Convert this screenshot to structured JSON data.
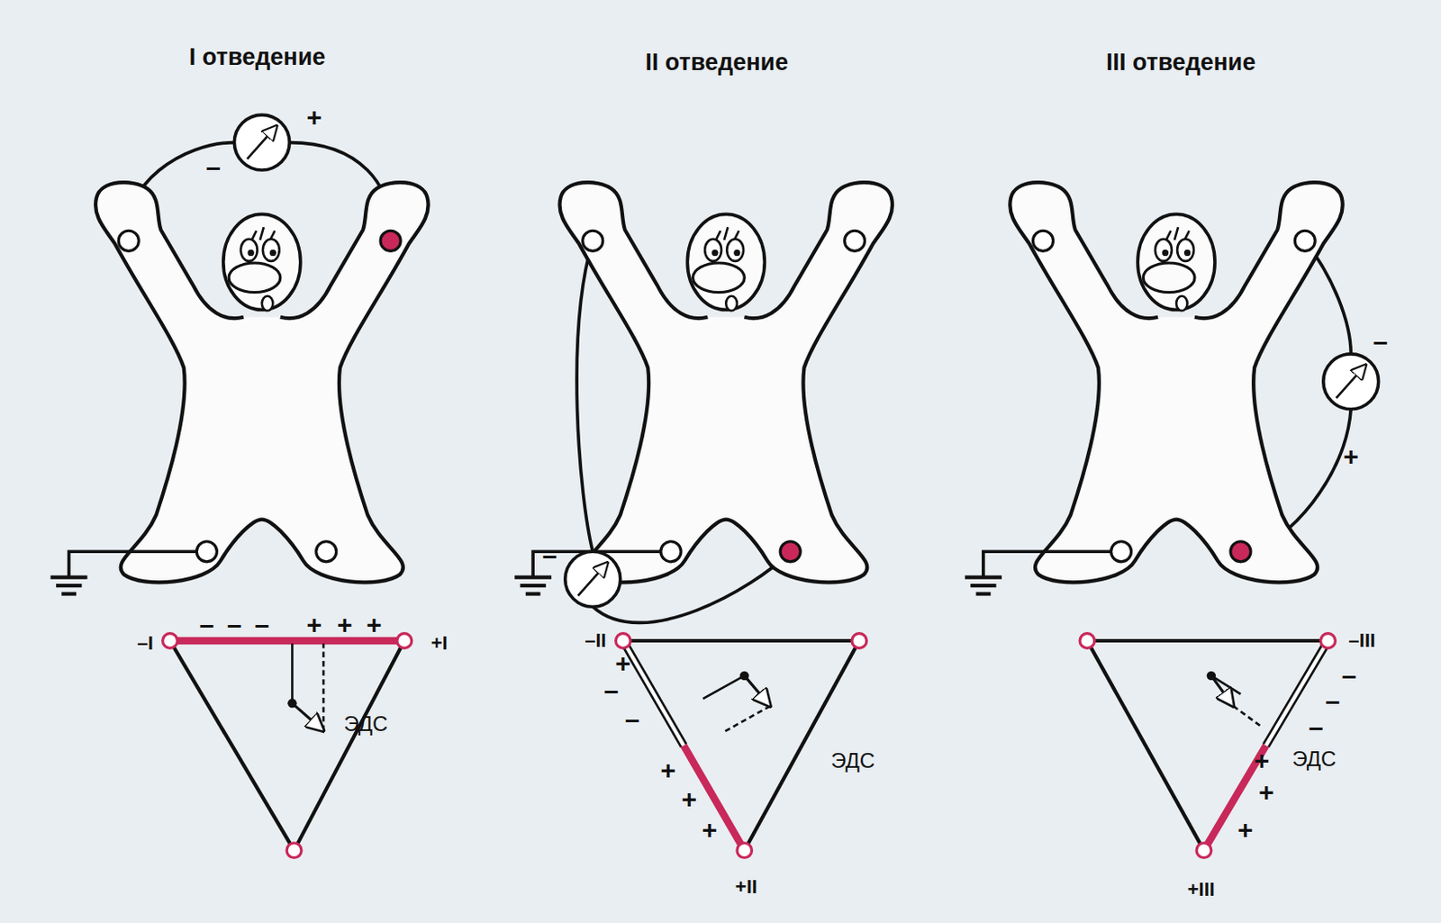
{
  "diagram": {
    "labels": [
      "I отведение",
      "II отведение",
      "III отведение",
      "–",
      "+",
      "–",
      "+",
      "–",
      "+",
      "–I",
      "+I",
      "–",
      "–",
      "–",
      "+",
      "+",
      "+",
      "ЭДС",
      "–II",
      "–",
      "–",
      "+",
      "+",
      "+",
      "ЭДС",
      "+II",
      "–III",
      "–",
      "–",
      "–",
      "+",
      "+",
      "+",
      "ЭДС",
      "+III"
    ]
  }
}
